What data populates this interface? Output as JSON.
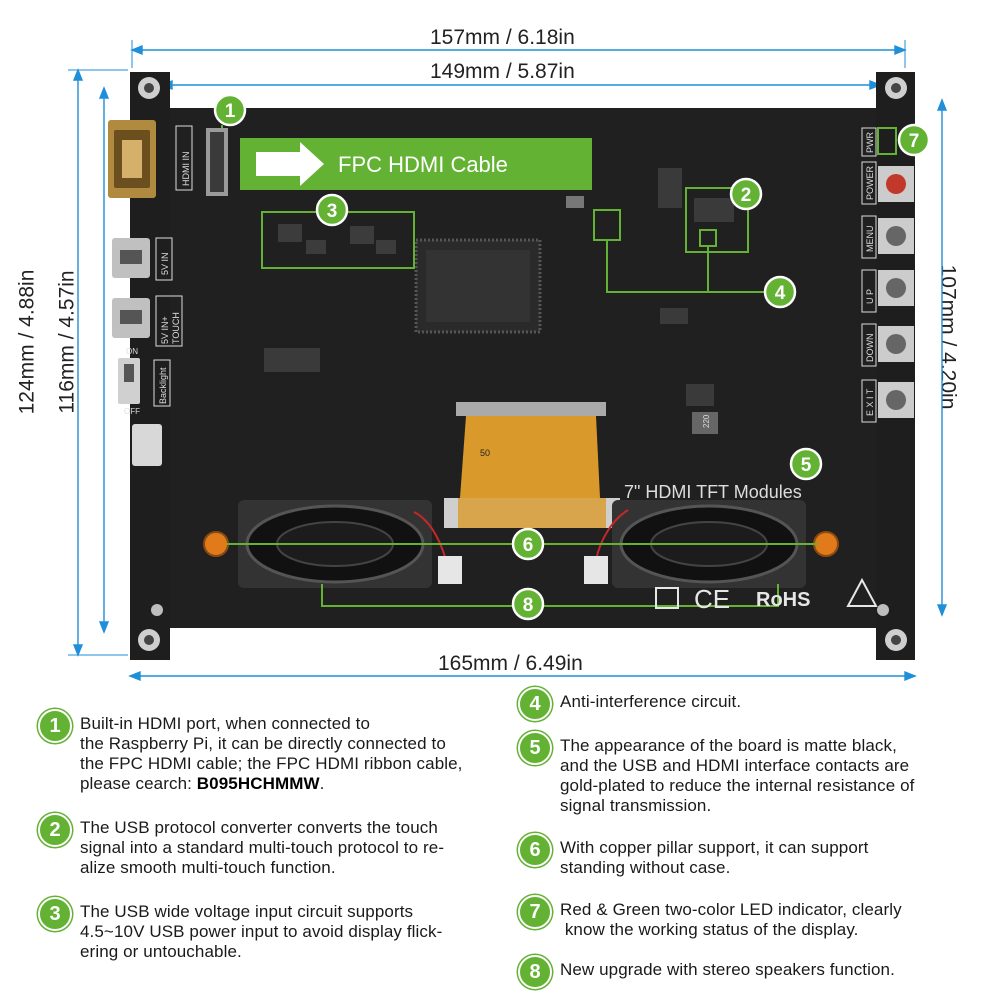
{
  "dimensions": {
    "width_outer": "157mm / 6.18in",
    "width_inner": "149mm / 5.87in",
    "width_bottom": "165mm / 6.49in",
    "height_outer": "124mm / 4.88in",
    "height_inner": "116mm / 4.57in",
    "height_right": "107mm / 4.20in"
  },
  "board": {
    "banner": "FPC HDMI Cable",
    "module_label": "7\" HDMI TFT Modules",
    "rohs": "RoHS",
    "ce": "CE",
    "port_labels": {
      "hdmi_in": "HDMI IN",
      "usb_5v": "5V IN",
      "usb_touch_1": "5V IN+",
      "usb_touch_2": "TOUCH",
      "backlight": "Backlight",
      "on": "ON",
      "off": "OFF",
      "fpc_50": "50"
    },
    "buttons": [
      "POWER",
      "MENU",
      "U P",
      "DOWN",
      "E X I T"
    ],
    "pwr_label": "PWR",
    "inductor": "220",
    "callouts": [
      "1",
      "2",
      "3",
      "4",
      "5",
      "6",
      "7",
      "8"
    ]
  },
  "colors": {
    "accent": "#63b233",
    "board": "#1b1b1b",
    "fpc": "#d99a2b"
  },
  "notes": [
    {
      "num": "1",
      "lines": [
        "Built-in HDMI port, when connected to",
        "the Raspberry Pi, it can be directly connected to",
        "the FPC HDMI cable; the FPC HDMI ribbon cable,"
      ],
      "last_prefix": "please cearch: ",
      "code": "B095HCHMMW",
      "last_suffix": "."
    },
    {
      "num": "2",
      "lines": [
        "The USB protocol converter converts the touch",
        "signal into a standard multi-touch protocol to re-",
        "alize smooth multi-touch function."
      ]
    },
    {
      "num": "3",
      "lines": [
        "The USB wide voltage input circuit supports",
        "4.5~10V USB power input to avoid display flick-",
        "ering or untouchable."
      ]
    },
    {
      "num": "4",
      "lines": [
        "Anti-interference circuit."
      ]
    },
    {
      "num": "5",
      "lines": [
        "The appearance of the board is matte black,",
        "and the USB and HDMI interface contacts are",
        "gold-plated to reduce the internal resistance of",
        "signal transmission."
      ]
    },
    {
      "num": "6",
      "lines": [
        "With copper pillar support, it can support",
        "standing without case."
      ]
    },
    {
      "num": "7",
      "lines": [
        "Red & Green two-color LED indicator, clearly",
        " know the working status of the display."
      ]
    },
    {
      "num": "8",
      "lines": [
        "New upgrade with stereo speakers function."
      ]
    }
  ]
}
